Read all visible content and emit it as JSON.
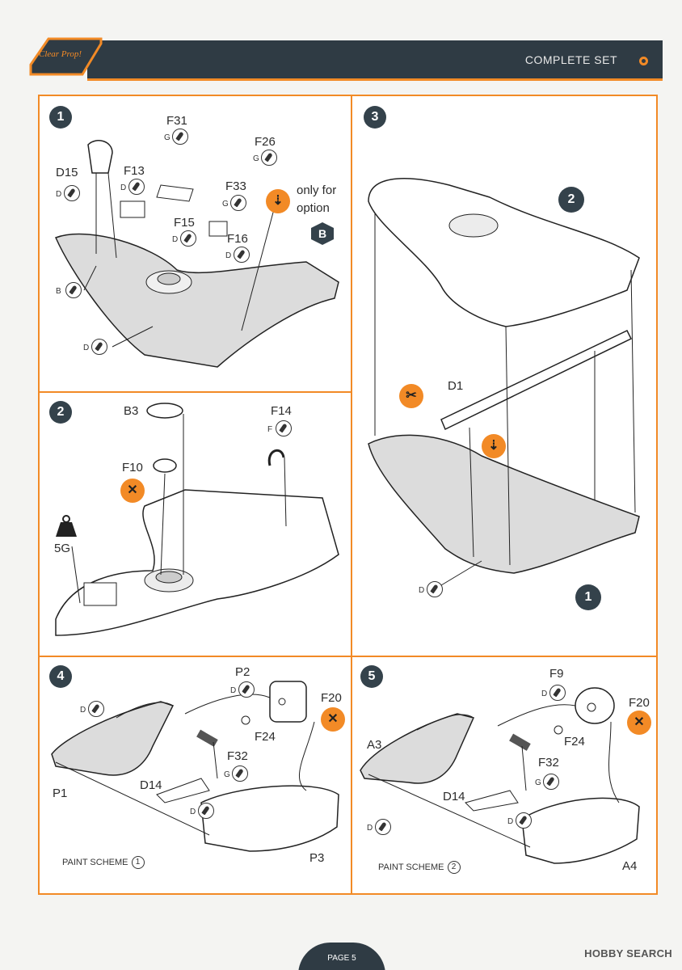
{
  "header": {
    "logo_text": "Clear Prop!",
    "title": "COMPLETE SET"
  },
  "steps": [
    {
      "number": "1",
      "labels": [
        "F31",
        "F26",
        "D15",
        "F13",
        "F33",
        "F15",
        "F16"
      ],
      "glue_markers": [
        "G",
        "G",
        "D",
        "D",
        "G",
        "D",
        "D",
        "B",
        "D"
      ],
      "option_note": "only for option",
      "option_badge": "B"
    },
    {
      "number": "2",
      "labels": [
        "B3",
        "F14",
        "F10",
        "5G"
      ],
      "glue_markers": [
        "F"
      ]
    },
    {
      "number": "3",
      "labels": [
        "D1"
      ],
      "glue_markers": [
        "D"
      ],
      "sub_badges": [
        "2",
        "1"
      ]
    },
    {
      "number": "4",
      "labels": [
        "P2",
        "F20",
        "F24",
        "F32",
        "D14",
        "P1",
        "P3"
      ],
      "glue_markers": [
        "D",
        "D",
        "G",
        "D"
      ],
      "paint_scheme_label": "PAINT SCHEME",
      "paint_scheme_number": "1"
    },
    {
      "number": "5",
      "labels": [
        "F9",
        "F20",
        "F24",
        "A3",
        "F32",
        "D14",
        "A4"
      ],
      "glue_markers": [
        "D",
        "G",
        "D",
        "D"
      ],
      "paint_scheme_label": "PAINT SCHEME",
      "paint_scheme_number": "2"
    }
  ],
  "footer": {
    "page": "PAGE 5",
    "watermark": "HOBBY SEARCH"
  },
  "colors": {
    "accent": "#f28a26",
    "dark": "#2f3b44",
    "step_badge": "#34424b"
  }
}
